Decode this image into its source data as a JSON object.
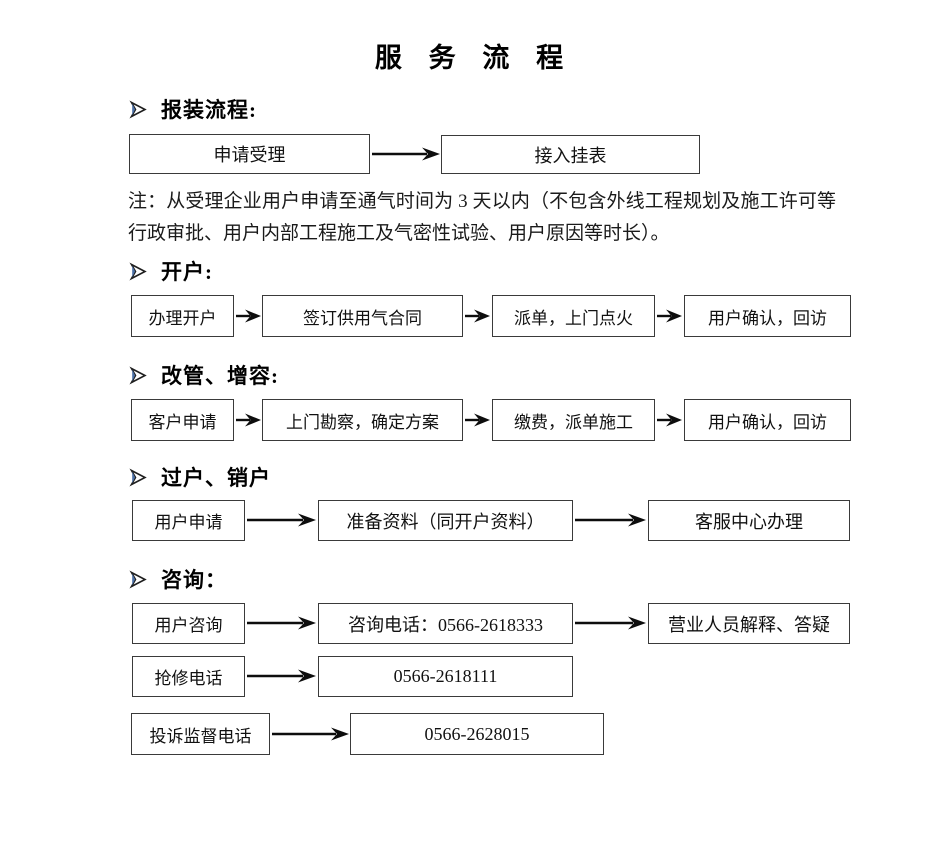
{
  "document": {
    "title": "服 务 流 程",
    "bullet_icon": "arrowhead-bullet-icon"
  },
  "sections": [
    {
      "id": "installation",
      "heading": "报装流程:",
      "note": "注：从受理企业用户申请至通气时间为 3 天以内（不包含外线工程规划及施工许可等行政审批、用户内部工程施工及气密性试验、用户原因等时长）。",
      "steps": [
        "申请受理",
        "接入挂表"
      ]
    },
    {
      "id": "account-opening",
      "heading": "开户:",
      "steps": [
        "办理开户",
        "签订供用气合同",
        "派单，上门点火",
        "用户确认，回访"
      ]
    },
    {
      "id": "pipe-change",
      "heading": "改管、增容:",
      "steps": [
        "客户申请",
        "上门勘察，确定方案",
        "缴费，派单施工",
        "用户确认，回访"
      ]
    },
    {
      "id": "transfer-cancel",
      "heading": "过户、销户",
      "steps": [
        "用户申请",
        "准备资料（同开户资料）",
        "客服中心办理"
      ]
    },
    {
      "id": "consultation",
      "heading": "咨询：",
      "rows": [
        [
          "用户咨询",
          "咨询电话：0566-2618333",
          "营业人员解释、答疑"
        ],
        [
          "抢修电话",
          "0566-2618111"
        ],
        [
          "投诉监督电话",
          "0566-2628015"
        ]
      ]
    }
  ],
  "phones": {
    "consult": "0566-2618333",
    "repair": "0566-2618111",
    "complaint": "0566-2628015"
  },
  "colors": {
    "box_border": "#3a3a3a",
    "text": "#111111",
    "bullet_outline": "#1f1f1f",
    "bullet_accent": "#4a6fa5",
    "background": "#ffffff"
  }
}
